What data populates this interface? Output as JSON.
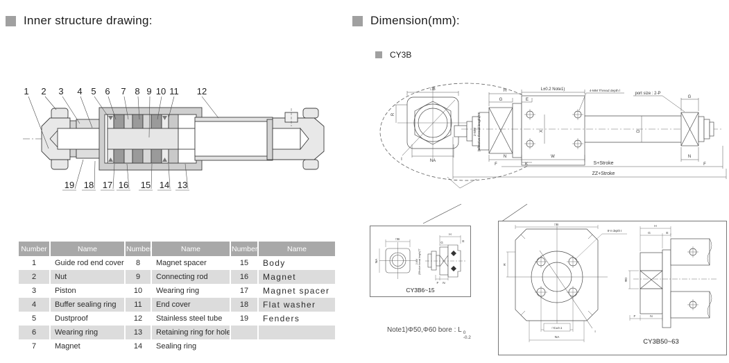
{
  "headers": {
    "left": "Inner structure drawing:",
    "right": "Dimension(mm):",
    "model": "CY3B"
  },
  "structure": {
    "top_labels": [
      "1",
      "2",
      "3",
      "4",
      "5",
      "6",
      "7",
      "8",
      "9",
      "10",
      "11",
      "12"
    ],
    "bottom_labels": [
      "19",
      "18",
      "17",
      "16",
      "15",
      "14",
      "13"
    ]
  },
  "parts_table": {
    "headers": [
      "Number",
      "Name",
      "Number",
      "Name",
      "Number",
      "Name"
    ],
    "rows": [
      [
        "1",
        "Guide rod end cover",
        "8",
        "Magnet spacer",
        "15",
        "Body"
      ],
      [
        "2",
        "Nut",
        "9",
        "Connecting rod",
        "16",
        "Magnet"
      ],
      [
        "3",
        "Piston",
        "10",
        "Wearing ring",
        "17",
        "Magnet spacer"
      ],
      [
        "4",
        "Buffer sealing ring",
        "11",
        "End cover",
        "18",
        "Flat washer"
      ],
      [
        "5",
        "Dustproof",
        "12",
        "Stainless steel tube",
        "19",
        "Fenders"
      ],
      [
        "6",
        "Wearing ring",
        "13",
        "Retaining ring for hole",
        "",
        ""
      ],
      [
        "7",
        "Magnet",
        "14",
        "Sealing ring",
        "",
        ""
      ]
    ]
  },
  "dim": {
    "square_b": "□B",
    "r": "R",
    "na": "NA",
    "i": "I",
    "h": "H",
    "g": "G",
    "e": "E",
    "f": "F",
    "n": "N",
    "k": "K",
    "w": "W",
    "d": "D",
    "x": "X",
    "phi_d": "ΦD",
    "l_note": "L±0.2 Note1)",
    "thread4": "4-MM Thread depth l",
    "port_size": "port size : 2-P",
    "s_stroke": "S+Stroke",
    "zz_stroke": "ZZ+Stroke",
    "thread2_line1": "2-MM",
    "thread2_line2": "(Effective thread length)TT",
    "v8": "8-V depth t",
    "c_tol": "□C±0.1"
  },
  "captions": {
    "small_box": "CY3B6~15",
    "large_box": "CY3B50~63"
  },
  "note": {
    "prefix": "Note1)Φ50,Φ60 bore : L",
    "sup": "0",
    "sub": "-0.2"
  },
  "colors": {
    "bullet": "#a0a0a0",
    "header_bg": "#a8a8a8",
    "row_alt": "#dcdcdc"
  }
}
